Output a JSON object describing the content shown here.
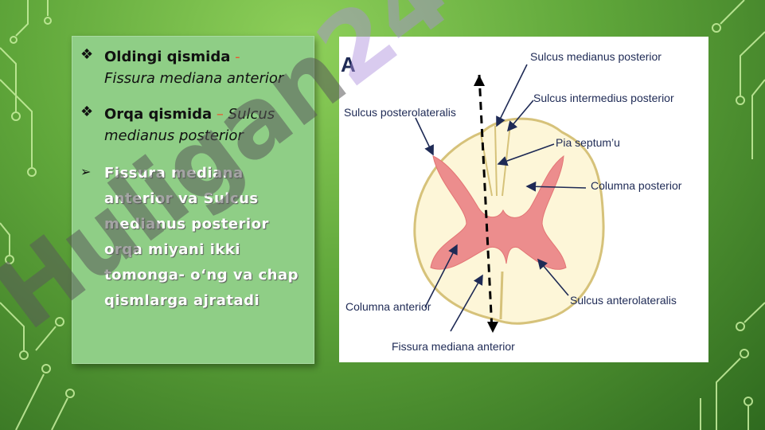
{
  "bullets": [
    {
      "mark": "❖",
      "bold": "Oldingi qismida",
      "sep": " - ",
      "italic": "Fissura mediana anterior"
    },
    {
      "mark": "❖",
      "bold": "Orqa qismida",
      "sep": " – ",
      "italic": "Sulcus medianus posterior"
    },
    {
      "mark": "➢",
      "text": " Fissura mediana anterior  va Sulcus medianus posterior orqa miyani ikki tomonga- o‘ng va chap qismlarga ajratadi"
    }
  ],
  "figure": {
    "panel_letter": "A",
    "labels": {
      "sulcus_medianus_posterior": "Sulcus medianus posterior",
      "sulcus_intermedius_posterior": "Sulcus intermedius posterior",
      "sulcus_posterolateralis": "Sulcus posterolateralis",
      "pia_septum": "Pia septum’u",
      "columna_posterior": "Columna posterior",
      "columna_anterior": "Columna anterior",
      "sulcus_anterolateralis": "Sulcus anterolateralis",
      "fissura_mediana_anterior": "Fissura mediana anterior"
    },
    "colors": {
      "white_matter": "#fdf6d8",
      "gray_matter": "#ec8d8d",
      "outline": "#d6c27a",
      "arrow": "#1e2a55"
    }
  },
  "watermark": {
    "main": "Huligan",
    "tail": "24"
  }
}
